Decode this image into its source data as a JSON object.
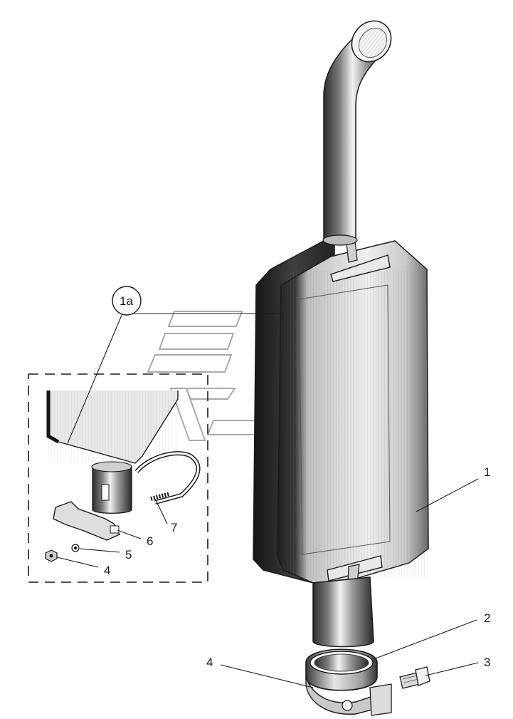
{
  "callouts": {
    "c1": "1",
    "c1a": "1a",
    "c2": "2",
    "c3": "3",
    "c4_main": "4",
    "c4_inset": "4",
    "c5": "5",
    "c6": "6",
    "c7": "7"
  },
  "colors": {
    "line": "#1a1a1a",
    "metal_dark": "#3a3a3a",
    "metal_mid": "#8a8a8a",
    "metal_light": "#e8e8e8",
    "watermark": "#9a9a9a",
    "background": "#ffffff"
  }
}
